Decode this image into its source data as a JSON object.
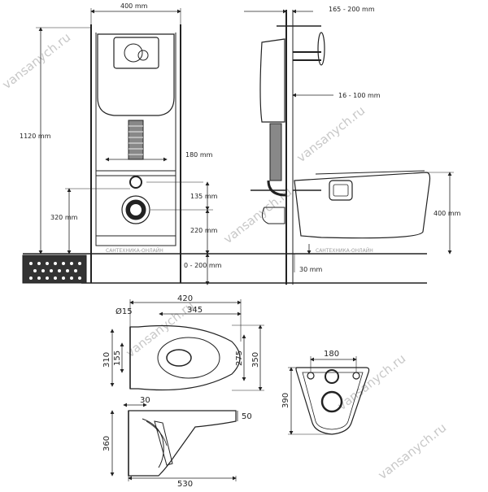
{
  "top_left_view": {
    "width": "400 mm",
    "height": "1120 mm",
    "mount_height": "320 mm",
    "pipe_spacing": "180 mm",
    "flush_offset": "135 mm",
    "outlet_height": "220 mm",
    "floor_range": "0 - 200 mm"
  },
  "top_right_view": {
    "depth": "165 - 200 mm",
    "wall_gap": "16 - 100 mm",
    "bowl_height": "400 mm",
    "floor_gap": "30 mm"
  },
  "plan_view": {
    "hole_diameter": "Ø15",
    "overall_width": "420",
    "inner_width": "345",
    "height_left": "310",
    "height_inner": "155",
    "depth_inner": "275",
    "depth_outer": "350"
  },
  "side_view": {
    "top_offset": "30",
    "rim_height": "50",
    "height": "360",
    "length": "530"
  },
  "rear_view": {
    "hole_spacing": "180",
    "height": "390"
  },
  "watermarks": {
    "site": "vansanych.ru",
    "brand": "САНТЕХНИКА-ОНЛАЙН"
  }
}
